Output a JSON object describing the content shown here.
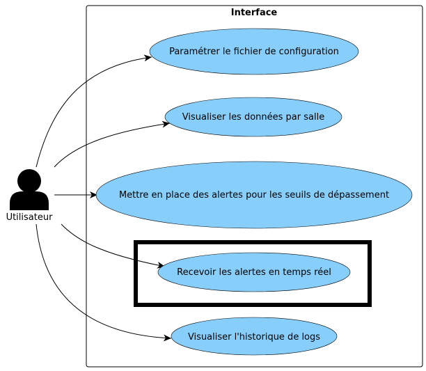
{
  "system": {
    "title": "Interface"
  },
  "actor": {
    "name": "Utilisateur"
  },
  "use_cases": [
    {
      "label": "Paramétrer le fichier de configuration"
    },
    {
      "label": "Visualiser les données par salle"
    },
    {
      "label": "Mettre en place des alertes pour les seuils de dépassement"
    },
    {
      "label": "Recevoir les alertes en temps réel",
      "highlighted": true
    },
    {
      "label": "Visualiser l'historique de logs"
    }
  ],
  "colors": {
    "use_case_fill": "#87cefa",
    "line": "#000000",
    "highlight_border": "#000000"
  }
}
